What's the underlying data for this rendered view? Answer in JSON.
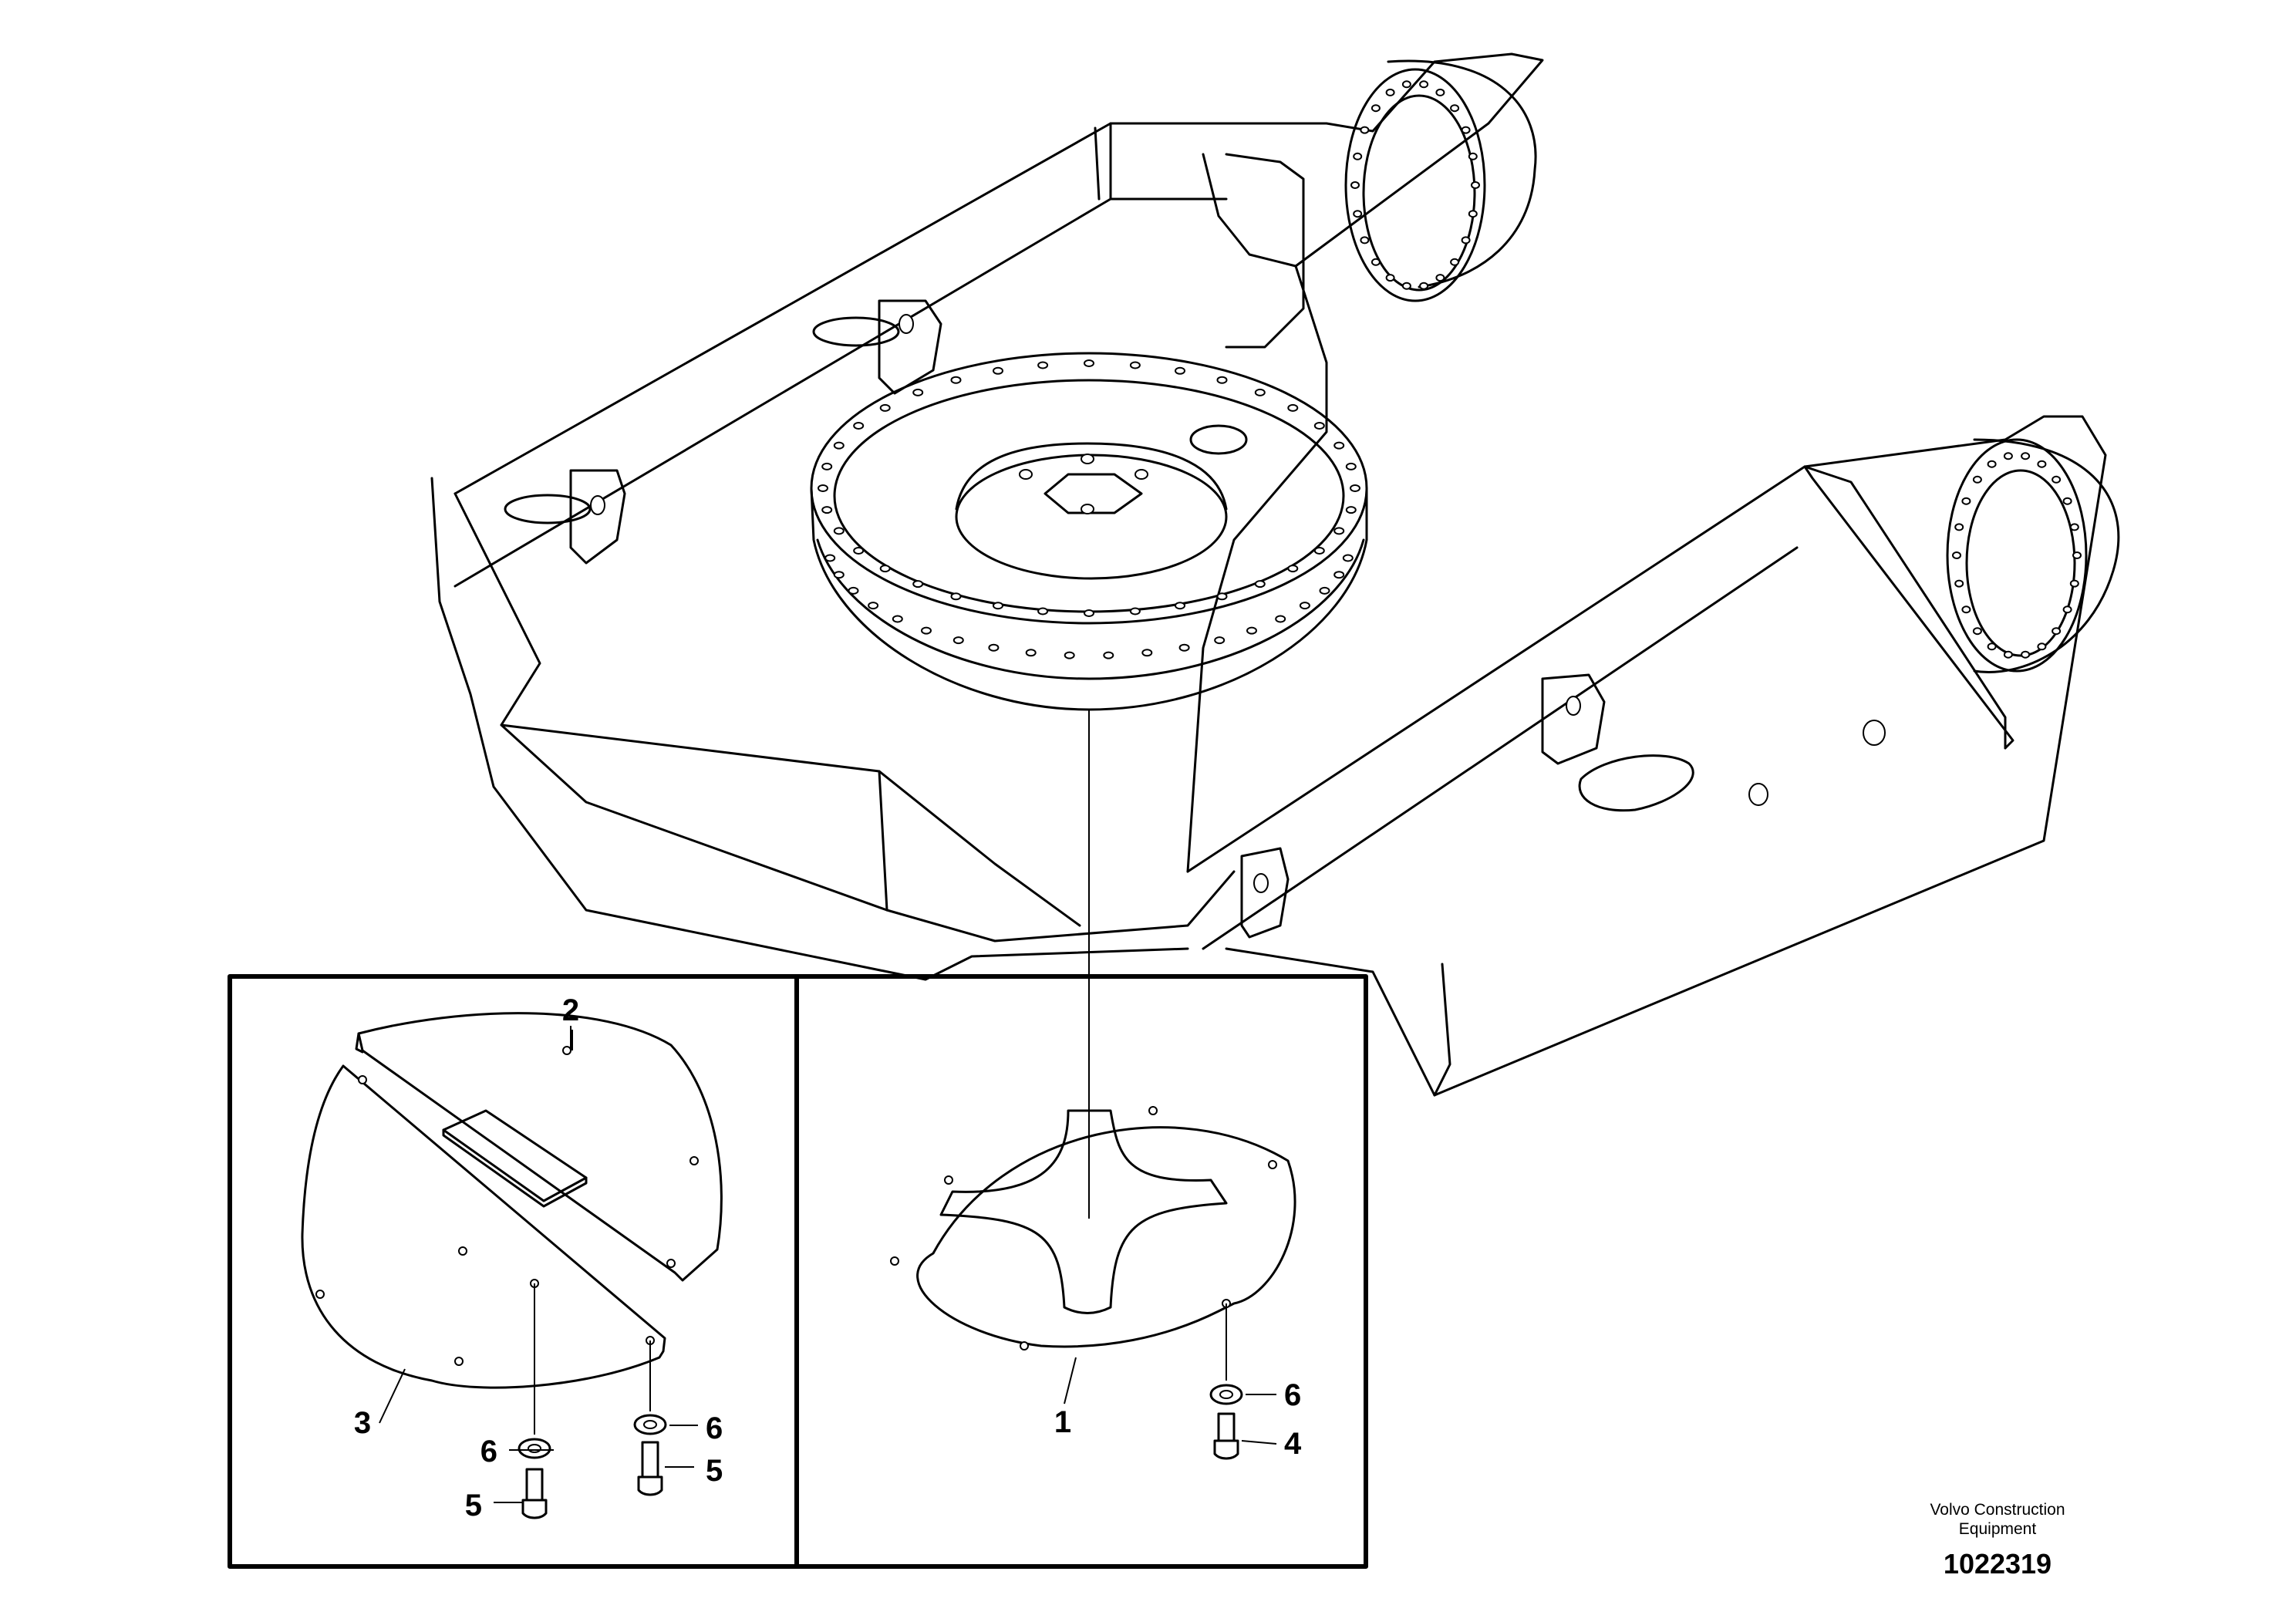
{
  "callouts": {
    "left_panel": {
      "plate_upper": "2",
      "plate_lower": "3",
      "washer_center": "6",
      "washer_right": "6",
      "bolt_right": "5",
      "bolt_center": "5"
    },
    "right_panel": {
      "cover_plate": "1",
      "washer": "6",
      "bolt": "4"
    }
  },
  "caption": {
    "company_line1": "Volvo Construction",
    "company_line2": "Equipment",
    "drawing_number": "1022319"
  }
}
